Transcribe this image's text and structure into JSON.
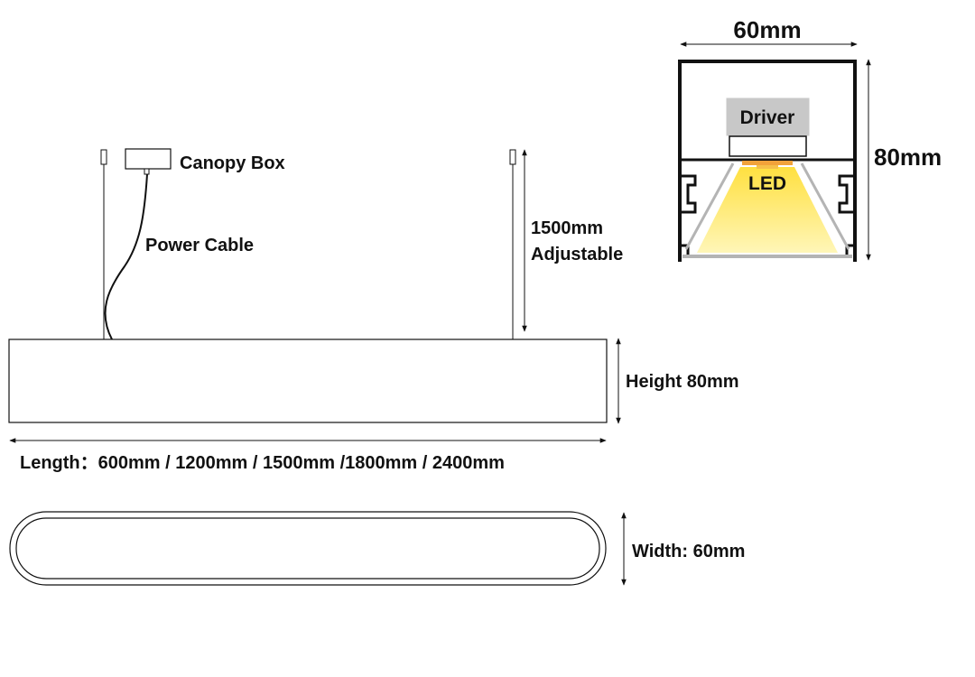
{
  "labels": {
    "canopy_box": "Canopy Box",
    "power_cable": "Power Cable",
    "suspension_length": "1500mm",
    "suspension_note": "Adjustable",
    "height": "Height 80mm",
    "length": "Length：600mm / 1200mm / 1500mm /1800mm / 2400mm",
    "width": "Width: 60mm"
  },
  "cross_section": {
    "width_label": "60mm",
    "height_label": "80mm",
    "driver_label": "Driver",
    "led_label": "LED"
  },
  "colors": {
    "line": "#111111",
    "driver_fill": "#c8c8c8",
    "led_glow": "#ffe85a",
    "led_chip": "#f2a23a",
    "diffuser": "#b4b4b4"
  }
}
